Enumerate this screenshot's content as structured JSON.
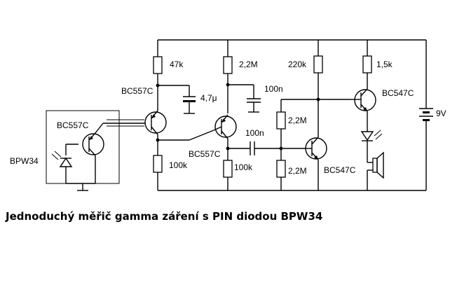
{
  "labels": {
    "r1": "47k",
    "r2": "2,2M",
    "r3": "220k",
    "r4": "1,5k",
    "c1": "4,7μ",
    "c2": "100n",
    "c3": "100n",
    "r5": "100k",
    "r6": "100k",
    "r7": "2,2M",
    "r8": "2,2M",
    "q1": "BC557C",
    "q2": "BC557C",
    "q3": "BC557C",
    "q4": "BC547C",
    "q5": "BC547C",
    "battery": "9V",
    "diode": "BPW34"
  },
  "caption": "Jednoduchý měřič gamma záření s PIN diodou BPW34"
}
